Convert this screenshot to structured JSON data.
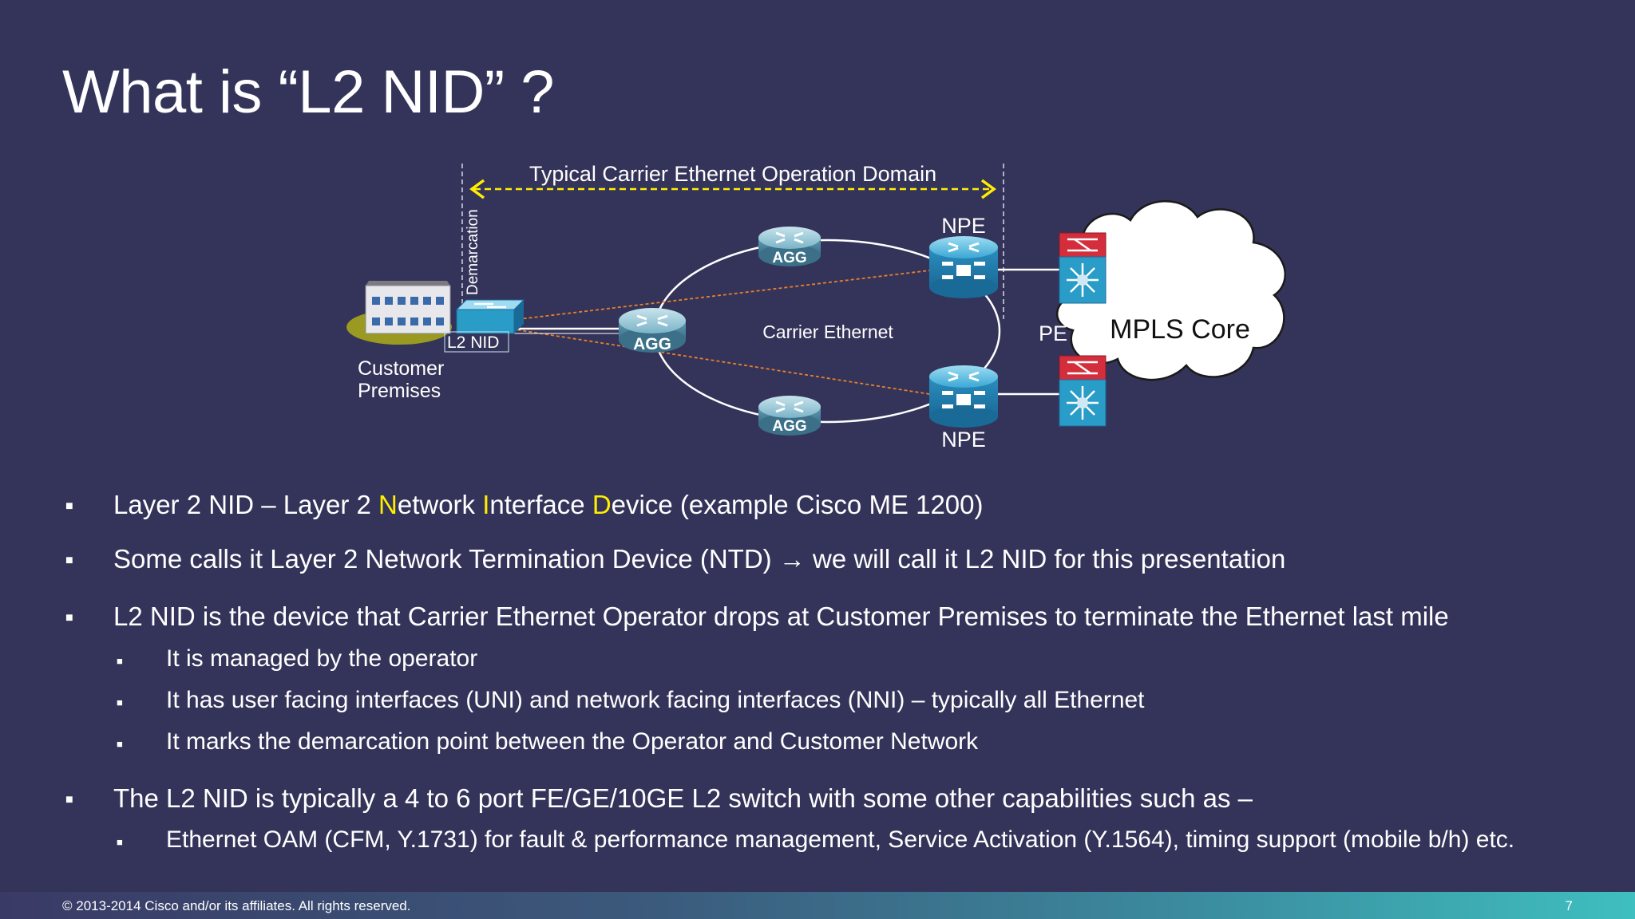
{
  "slide": {
    "title": "What is “L2 NID” ?",
    "footer": "© 2013-2014  Cisco and/or its affiliates. All rights reserved.",
    "page_number": "7"
  },
  "diagram": {
    "domain_label": "Typical Carrier Ethernet Operation Domain",
    "demarcation": "Demarcation",
    "l2nid": "L2 NID",
    "customer_line1": "Customer",
    "customer_line2": "Premises",
    "agg": "AGG",
    "npe_top": "NPE",
    "npe_bottom": "NPE",
    "pe": "PE",
    "mpls": "MPLS Core",
    "carrier_ethernet": "Carrier Ethernet"
  },
  "bullets": {
    "b1_a": "Layer 2 NID – Layer 2 ",
    "b1_n": "N",
    "b1_b": "etwork ",
    "b1_i": "I",
    "b1_c": "nterface ",
    "b1_d": "D",
    "b1_e": "evice (example Cisco ME 1200)",
    "b2": "Some calls it Layer 2 Network Termination Device (NTD) → we will call it L2 NID for this presentation",
    "b3": "L2 NID is the device that Carrier Ethernet Operator drops at Customer Premises to terminate the Ethernet last mile",
    "b3_1": "It is managed by the operator",
    "b3_2": "It has user facing interfaces (UNI) and network facing interfaces (NNI) – typically all Ethernet",
    "b3_3": "It marks the demarcation point between the Operator and Customer Network",
    "b4": "The L2 NID is typically a 4 to 6 port FE/GE/10GE L2 switch with some other capabilities such as –",
    "b4_1": "Ethernet OAM (CFM, Y.1731) for fault & performance management, Service Activation (Y.1564), timing support (mobile b/h) etc."
  },
  "colors": {
    "background": "#34345a",
    "highlight": "#ffee00",
    "router_blue": "#2a9cc8",
    "pe_red": "#d42e3c"
  }
}
